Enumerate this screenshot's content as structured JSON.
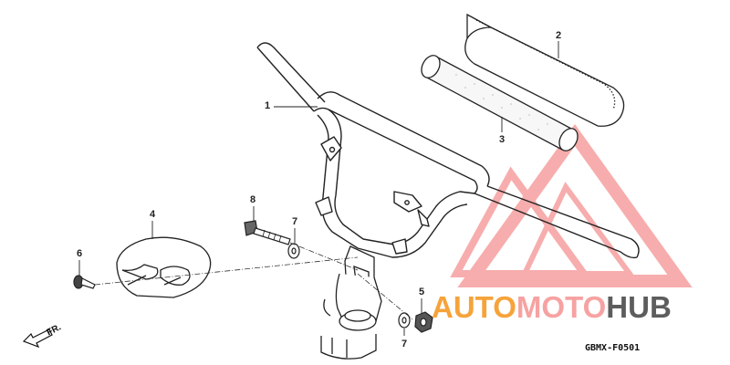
{
  "diagram": {
    "parts": [
      {
        "ref": "1",
        "part": "handlebar"
      },
      {
        "ref": "2",
        "part": "pad cover"
      },
      {
        "ref": "3",
        "part": "pad"
      },
      {
        "ref": "4",
        "part": "upper cover"
      },
      {
        "ref": "5",
        "part": "nut"
      },
      {
        "ref": "6",
        "part": "screw"
      },
      {
        "ref": "7",
        "part": "washer"
      },
      {
        "ref": "7",
        "part": "washer"
      },
      {
        "ref": "8",
        "part": "bolt"
      }
    ],
    "front_label": "FR.",
    "drawing_code": "GBMX-F0501"
  },
  "watermark": {
    "word_part_1": "AUTO",
    "word_part_2": "MOTO",
    "word_part_3": "HUB",
    "color_1": "#f6a33a",
    "color_2": "#f7a2a2",
    "color_3": "#5d5d5d",
    "logo_color": "#f26b6b"
  }
}
